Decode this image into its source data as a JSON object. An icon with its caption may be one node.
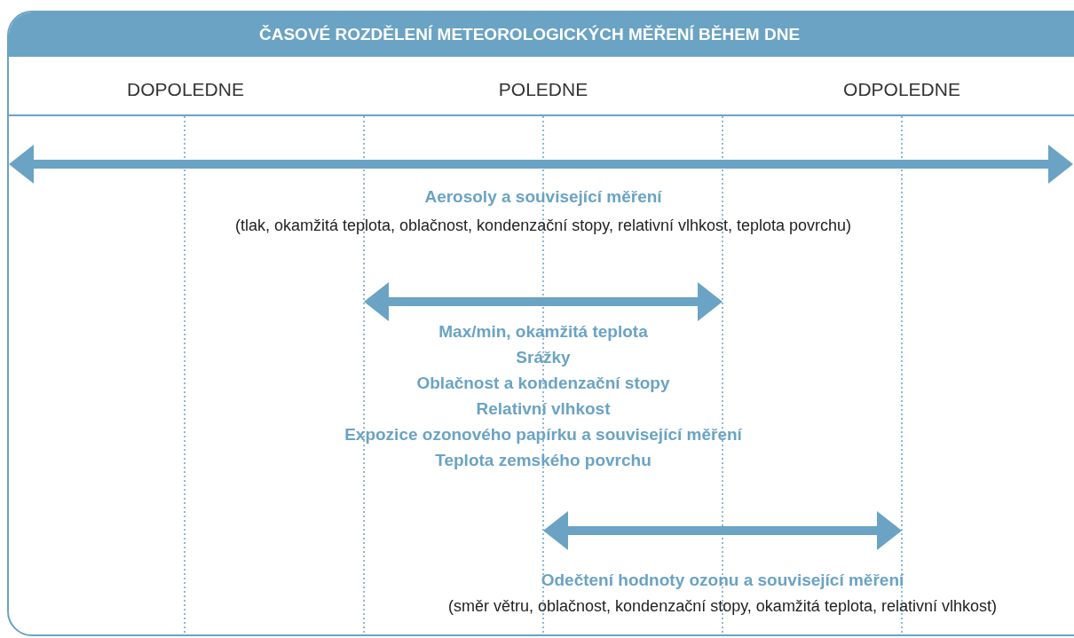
{
  "diagram": {
    "title": "ČASOVÉ ROZDĚLENÍ METEOROLOGICKÝCH MĚŘENÍ BĚHEM DNE",
    "labels": [
      "DOPOLEDNE",
      "POLEDNE",
      "ODPOLEDNE",
      "Aerosoly a související měření",
      "(tlak, okamžitá teplota, oblačnost, kondenzační stopy, relativní vlhkost, teplota povrchu)",
      "Max/min, okamžitá teplota",
      "Srážky",
      "Oblačnost a kondenzační stopy",
      "Relativní vlhkost",
      "Expozice ozonového papírku a související měření",
      "Teplota zemského povrchu",
      "Odečtení hodnoty ozonu a související měření",
      "(směr větru, oblačnost, kondenzační stopy, okamžitá teplota, relativní vlhkost)"
    ]
  }
}
